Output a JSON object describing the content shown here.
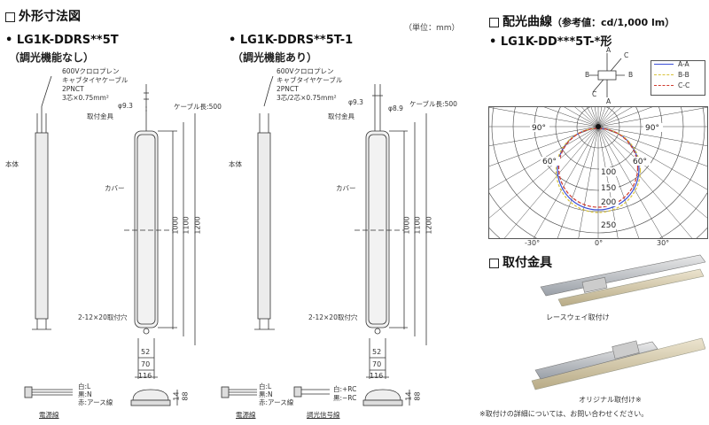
{
  "dimensions_section": {
    "title": "外形寸法図",
    "unit_note": "（単位：mm）",
    "left": {
      "model": "• LG1K-DDRS**5T",
      "variant": "（調光機能なし）",
      "cable_lines": [
        "600Vクロロプレン",
        "キャブタイヤケーブル",
        "2PNCT",
        "3芯×0.75mm²"
      ],
      "labels": {
        "phi": "φ9.3",
        "cable_len": "ケーブル長:500",
        "bracket": "取付金具",
        "body": "本体",
        "cover": "カバー",
        "holes": "2-12×20取付穴",
        "power": "電源線"
      },
      "dims": {
        "d1000": "1000",
        "d1100": "1100",
        "d1200": "1200",
        "d52": "52",
        "d70": "70",
        "d116": "116",
        "d14": "14",
        "d88": "88"
      },
      "wires": [
        "白:L",
        "黒:N",
        "赤:アース線"
      ]
    },
    "right": {
      "model": "• LG1K-DDRS**5T-1",
      "variant": "（調光機能あり）",
      "cable_lines": [
        "600Vクロロプレン",
        "キャブタイヤケーブル",
        "2PNCT",
        "3芯/2芯×0.75mm²"
      ],
      "labels": {
        "phi1": "φ9.3",
        "phi2": "φ8.9",
        "cable_len": "ケーブル長:500",
        "bracket": "取付金具",
        "body": "本体",
        "cover": "カバー",
        "holes": "2-12×20取付穴",
        "power": "電源線",
        "dim_signal": "調光信号線"
      },
      "dims": {
        "d1000": "1000",
        "d1100": "1100",
        "d1200": "1200",
        "d52": "52",
        "d70": "70",
        "d116": "116",
        "d14": "14",
        "d88": "88"
      },
      "wires": [
        "白:L",
        "黒:N",
        "赤:アース線"
      ],
      "signal_wires": [
        "白:+RC",
        "黒:−RC"
      ]
    }
  },
  "light_section": {
    "title": "配光曲線",
    "title_note": "（参考値：cd/1,000 lm）",
    "model": "• LG1K-DD***5T-*形",
    "axis_letters": {
      "a": "A",
      "b": "B",
      "c": "C"
    },
    "legend": [
      "A-A",
      "B-B",
      "C-C"
    ],
    "legend_colors": [
      "#3a4fd6",
      "#d8c23a",
      "#d03b2f"
    ],
    "radial_labels": [
      "90°",
      "90°",
      "60°",
      "60°",
      "100",
      "150",
      "200",
      "250"
    ],
    "bottom_labels": [
      "-30°",
      "0°",
      "30°"
    ]
  },
  "mount_section": {
    "title": "取付金具",
    "captions": [
      "レースウェイ取付け",
      "オリジナル取付け※"
    ],
    "footnote": "※取付けの詳細については、お問い合わせください。"
  }
}
